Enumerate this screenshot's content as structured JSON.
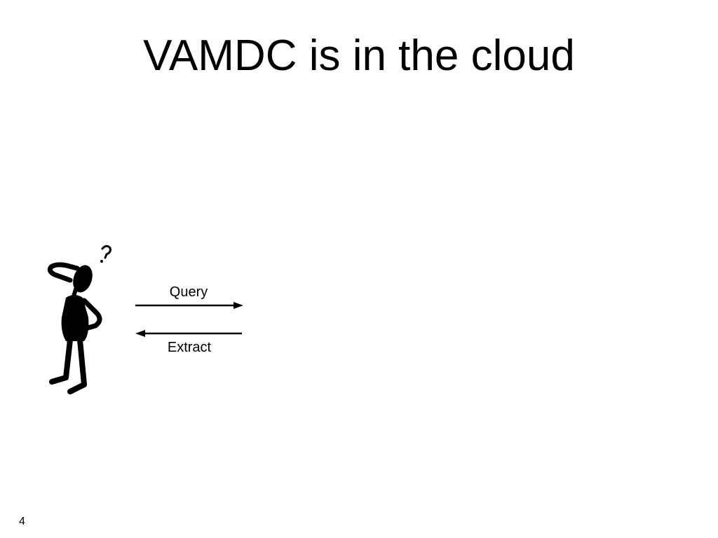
{
  "slide": {
    "title": "VAMDC is in the cloud",
    "page_number": "4"
  },
  "diagram": {
    "arrows": [
      {
        "label": "Query",
        "direction": "right"
      },
      {
        "label": "Extract",
        "direction": "left"
      }
    ],
    "figure_icon": "thinking-person-icon",
    "colors": {
      "background": "#ffffff",
      "ink": "#000000"
    }
  }
}
